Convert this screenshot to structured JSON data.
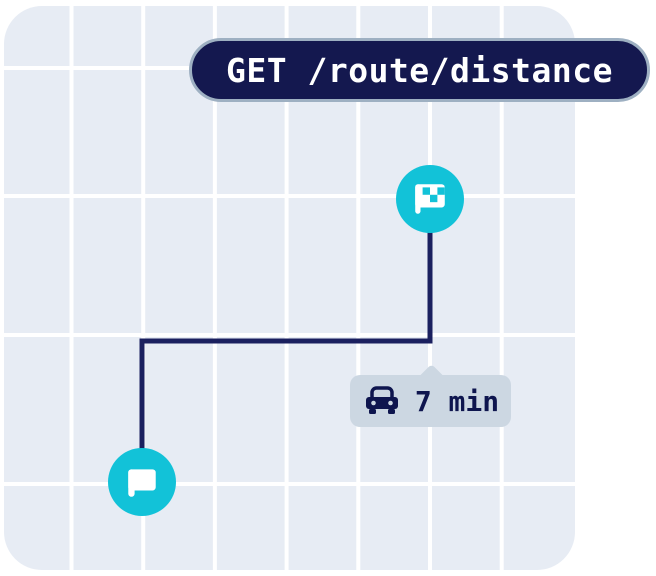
{
  "endpoint_badge": {
    "method_and_path": "GET /route/distance"
  },
  "route_map": {
    "markers": [
      {
        "id": "destination",
        "icon": "checkered-flag-icon"
      },
      {
        "id": "origin",
        "icon": "flag-icon"
      }
    ],
    "duration_tooltip": {
      "icon": "car-icon",
      "label": "7 min"
    }
  },
  "colors": {
    "badge_bg": "#14184f",
    "badge_border": "#9eb0c2",
    "badge_text": "#ffffff",
    "map_bg": "#e7ecf4",
    "grid_line": "#ffffff",
    "route_line": "#1b205f",
    "marker": "#12c2d8",
    "marker_icon": "#ffffff",
    "tooltip_bg": "#ccd7e2",
    "tooltip_text": "#0e154e"
  }
}
